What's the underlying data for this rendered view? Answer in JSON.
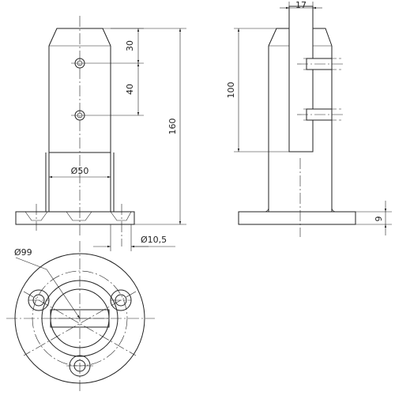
{
  "dimensions": {
    "d1": "30",
    "d2": "40",
    "d3": "160",
    "d4": "Ø50",
    "d5": "Ø10,5",
    "d6": "17",
    "d7": "100",
    "d8": "9",
    "d9": "Ø99"
  }
}
